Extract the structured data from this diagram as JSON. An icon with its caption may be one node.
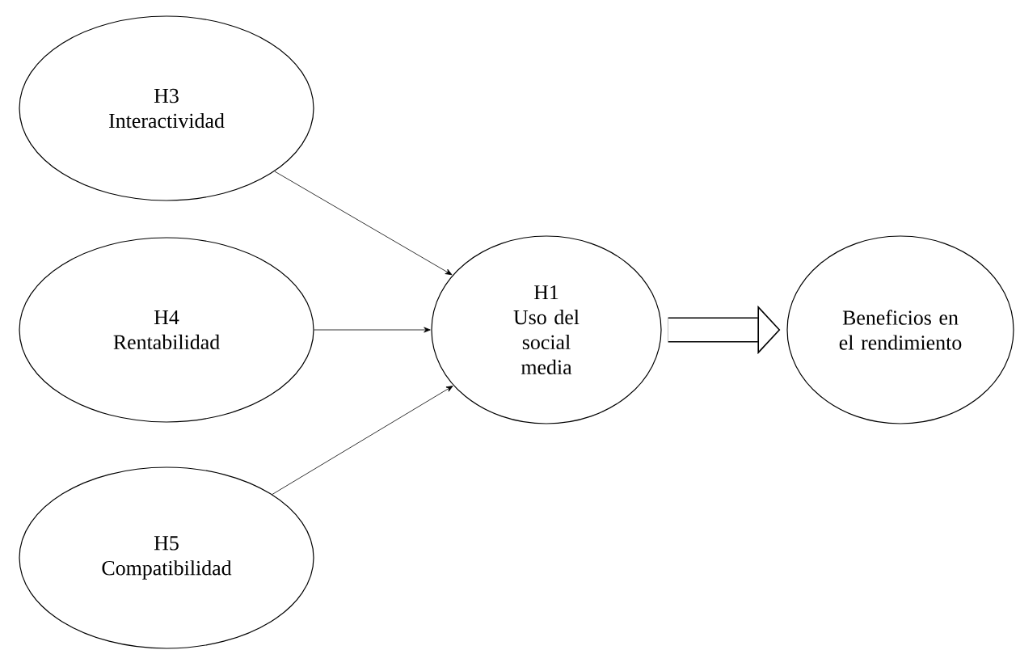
{
  "diagram": {
    "nodes": [
      {
        "text": [
          "H3",
          "Interactividad"
        ]
      },
      {
        "text": [
          "H4",
          "Rentabilidad"
        ]
      },
      {
        "text": [
          "H5",
          "Compatibilidad"
        ]
      },
      {
        "text": [
          "H1",
          "Uso del social media"
        ]
      },
      {
        "text": [
          "Beneficios en el rendimiento"
        ]
      }
    ],
    "edges": [
      {
        "from": 0,
        "to": 3,
        "arrow": "to"
      },
      {
        "from": 1,
        "to": 3,
        "arrow": "to"
      },
      {
        "from": 2,
        "to": 3,
        "arrow": "to"
      },
      {
        "from": 3,
        "to": 4,
        "arrow": "to",
        "style": "thick"
      }
    ]
  }
}
